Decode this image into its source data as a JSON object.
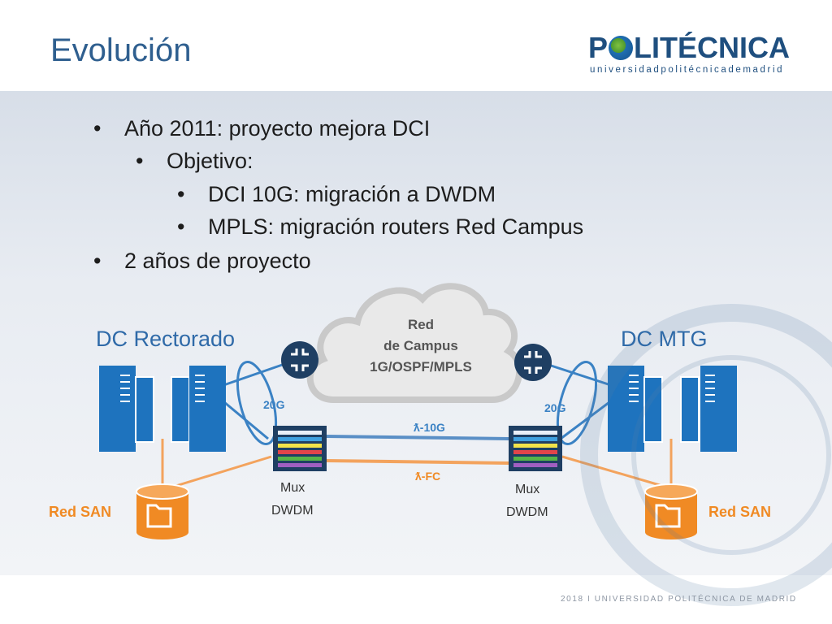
{
  "slide": {
    "title": "Evolución",
    "logo": {
      "wordmark_left": "P",
      "wordmark_right": "LITÉCNICA",
      "tagline": "universidadpolitécnicademadrid"
    },
    "bullets": [
      {
        "text": "Año 2011: proyecto mejora DCI",
        "level": 0
      },
      {
        "text": "Objetivo:",
        "level": 1
      },
      {
        "text": "DCI 10G: migración a DWDM",
        "level": 2
      },
      {
        "text": "MPLS: migración routers Red Campus",
        "level": 2
      },
      {
        "text": "2 años de proyecto",
        "level": 0
      }
    ],
    "footer": "2018  I  UNIVERSIDAD POLITÉCNICA DE MADRID"
  },
  "diagram": {
    "cloud": {
      "line1": "Red",
      "line2": "de Campus",
      "line3": "1G/OSPF/MPLS"
    },
    "left_site": "DC Rectorado",
    "right_site": "DC MTG",
    "left_link": "20G",
    "right_link": "20G",
    "lambda_10g": "ƛ-10G",
    "lambda_fc": "ƛ-FC",
    "left_mux": {
      "line1": "Mux",
      "line2": "DWDM"
    },
    "right_mux": {
      "line1": "Mux",
      "line2": "DWDM"
    },
    "left_san": "Red SAN",
    "right_san": "Red SAN",
    "colors": {
      "blue": "#1e73be",
      "orange": "#f08a24",
      "navy": "#1f3f63",
      "title": "#2f5f8f"
    }
  }
}
